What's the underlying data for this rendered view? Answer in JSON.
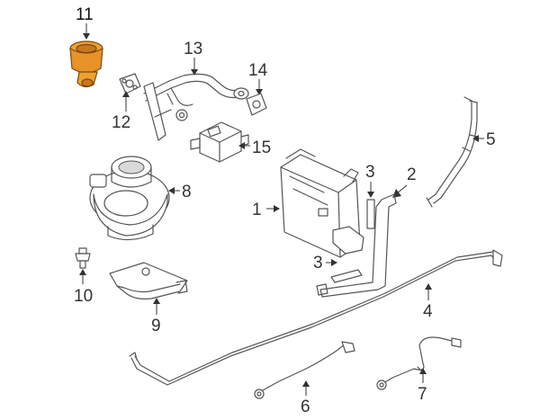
{
  "callouts": {
    "c1": "1",
    "c2": "2",
    "c3a": "3",
    "c3b": "3",
    "c4": "4",
    "c5": "5",
    "c6": "6",
    "c7": "7",
    "c8": "8",
    "c9": "9",
    "c10": "10",
    "c11": "11",
    "c12": "12",
    "c13": "13",
    "c14": "14",
    "c15": "15"
  },
  "colors": {
    "highlight_part": "#f0a030",
    "line": "#555555",
    "background": "#ffffff"
  }
}
